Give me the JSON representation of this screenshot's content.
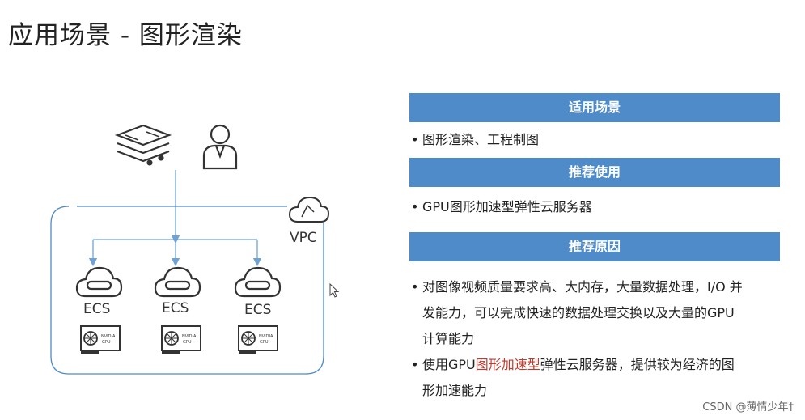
{
  "title": "应用场景 - 图形渲染",
  "diagram": {
    "vpc_label": "VPC",
    "ecs_labels": [
      "ECS",
      "ECS",
      "ECS"
    ],
    "gpu_card_text": [
      "NVIDIA",
      "GPU"
    ]
  },
  "panel": {
    "section1": {
      "header": "适用场景",
      "bullets": [
        "图形渲染、工程制图"
      ]
    },
    "section2": {
      "header": "推荐使用",
      "bullets": [
        "GPU图形加速型弹性云服务器"
      ]
    },
    "section3": {
      "header": "推荐原因",
      "bullet1_lines": [
        "对图像视频质量要求高、大内存，大量数据处理，I/O 并",
        "发能力，可以完成快速的数据处理交换以及大量的GPU",
        "计算能力"
      ],
      "bullet2_prefix": "使用GPU",
      "bullet2_highlight": "图形加速型",
      "bullet2_rest": "弹性云服务器，提供较为经济的图",
      "bullet2_line2": "形加速能力"
    }
  },
  "watermark": "CSDN @薄情少年†",
  "colors": {
    "header_bg": "#4f8ac9",
    "arrow": "#6fa3d6",
    "highlight": "#c0392b"
  }
}
